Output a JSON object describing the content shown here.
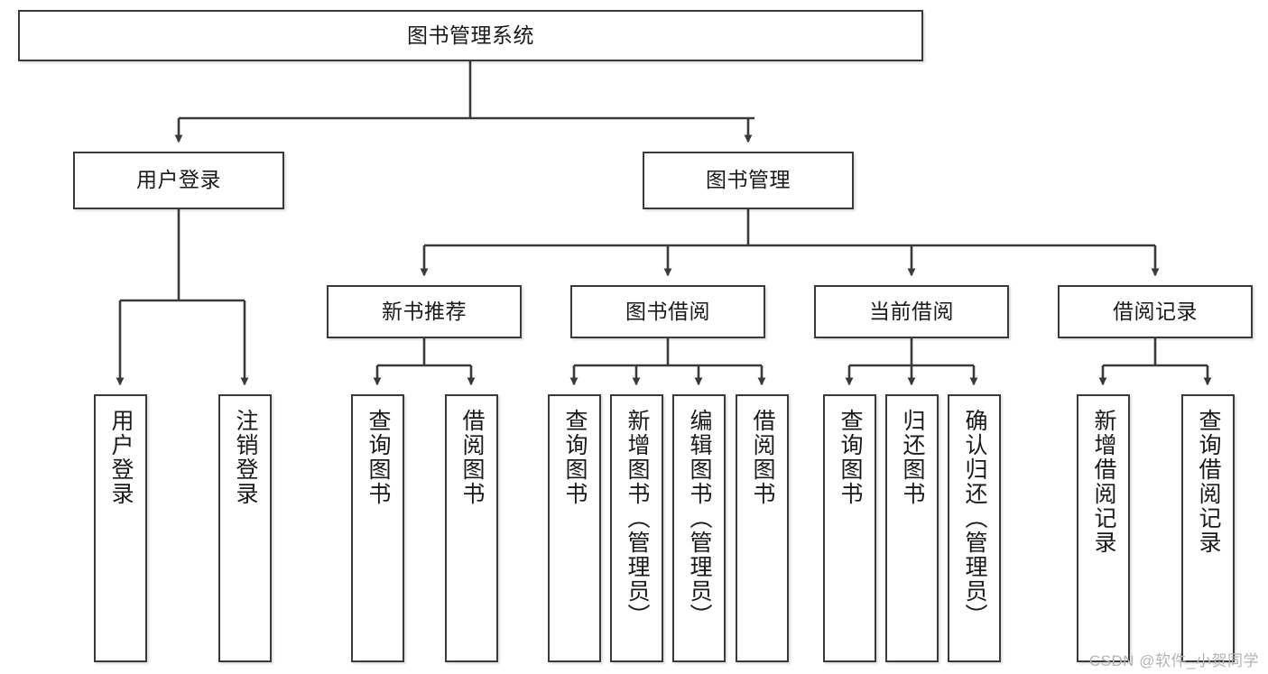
{
  "diagram": {
    "type": "hierarchy-tree",
    "title": "图书管理系统",
    "watermark": "CSDN @软件_小贺同学",
    "colors": {
      "box_border": "#3a3a3a",
      "box_fill": "#ffffff",
      "edge": "#3a3a3a",
      "text": "#1a1a1a",
      "watermark": "#b4b4b4"
    },
    "levels": {
      "level1": [
        {
          "id": "root",
          "label": "图书管理系统"
        }
      ],
      "level2": [
        {
          "id": "user-login",
          "label": "用户登录"
        },
        {
          "id": "book-management",
          "label": "图书管理"
        }
      ],
      "level3": [
        {
          "id": "new-book-recommend",
          "label": "新书推荐"
        },
        {
          "id": "book-borrow",
          "label": "图书借阅"
        },
        {
          "id": "current-borrow",
          "label": "当前借阅"
        },
        {
          "id": "borrow-record",
          "label": "借阅记录"
        }
      ],
      "level4": [
        {
          "id": "leaf-user-login",
          "label": "用户登录",
          "parent": "user-login"
        },
        {
          "id": "leaf-logout-login",
          "label": "注销登录",
          "parent": "user-login"
        },
        {
          "id": "leaf-query-book-1",
          "label": "查询图书",
          "parent": "new-book-recommend"
        },
        {
          "id": "leaf-borrow-book-1",
          "label": "借阅图书",
          "parent": "new-book-recommend"
        },
        {
          "id": "leaf-query-book-2",
          "label": "查询图书",
          "parent": "book-borrow"
        },
        {
          "id": "leaf-add-book-admin",
          "label": "新增图书（管理员）",
          "parent": "book-borrow"
        },
        {
          "id": "leaf-edit-book-admin",
          "label": "编辑图书（管理员）",
          "parent": "book-borrow"
        },
        {
          "id": "leaf-borrow-book-2",
          "label": "借阅图书",
          "parent": "book-borrow"
        },
        {
          "id": "leaf-query-book-3",
          "label": "查询图书",
          "parent": "current-borrow"
        },
        {
          "id": "leaf-return-book",
          "label": "归还图书",
          "parent": "current-borrow"
        },
        {
          "id": "leaf-confirm-return-admin",
          "label": "确认归还（管理员）",
          "parent": "current-borrow"
        },
        {
          "id": "leaf-add-borrow-record",
          "label": "新增借阅记录",
          "parent": "borrow-record"
        },
        {
          "id": "leaf-query-borrow-record",
          "label": "查询借阅记录",
          "parent": "borrow-record"
        }
      ]
    }
  }
}
